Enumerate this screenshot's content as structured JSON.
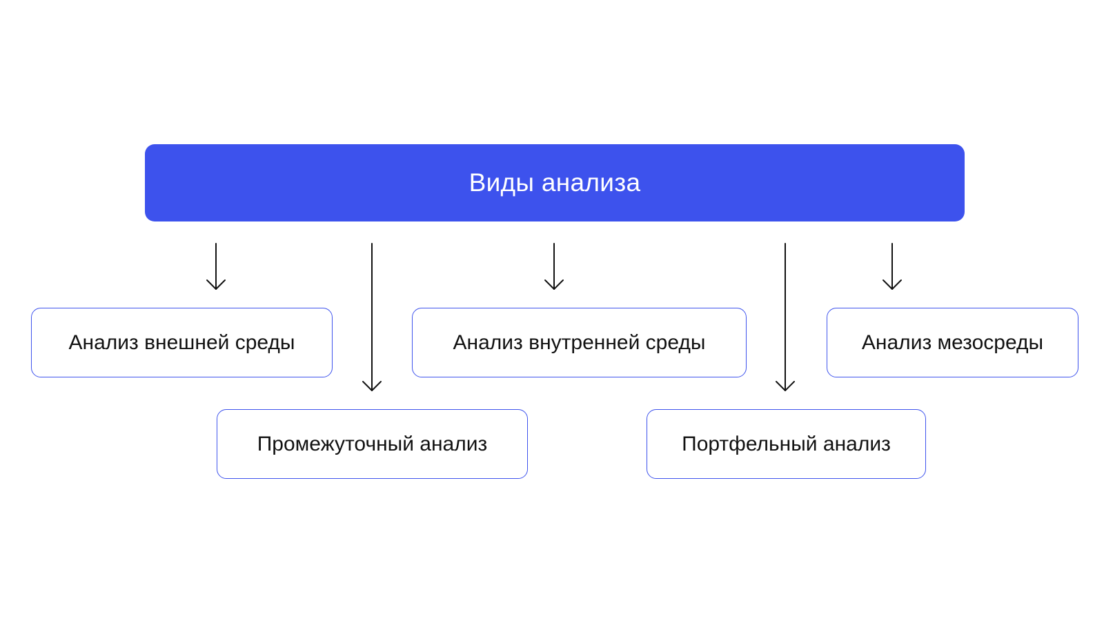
{
  "diagram": {
    "root": {
      "label": "Виды анализа",
      "color": "#3d52ed"
    },
    "children": [
      {
        "id": "external",
        "label": "Анализ внешней среды"
      },
      {
        "id": "internal",
        "label": "Анализ внутренней среды"
      },
      {
        "id": "meso",
        "label": "Анализ мезосреды"
      },
      {
        "id": "interim",
        "label": "Промежуточный анализ"
      },
      {
        "id": "portfolio",
        "label": "Портфельный анализ"
      }
    ],
    "edges": [
      {
        "from": "root",
        "to": "external"
      },
      {
        "from": "root",
        "to": "interim"
      },
      {
        "from": "root",
        "to": "internal"
      },
      {
        "from": "root",
        "to": "portfolio"
      },
      {
        "from": "root",
        "to": "meso"
      }
    ],
    "colors": {
      "accent": "#3d52ed",
      "box_border": "#3d52ed",
      "text": "#111111",
      "arrow": "#111111"
    }
  }
}
